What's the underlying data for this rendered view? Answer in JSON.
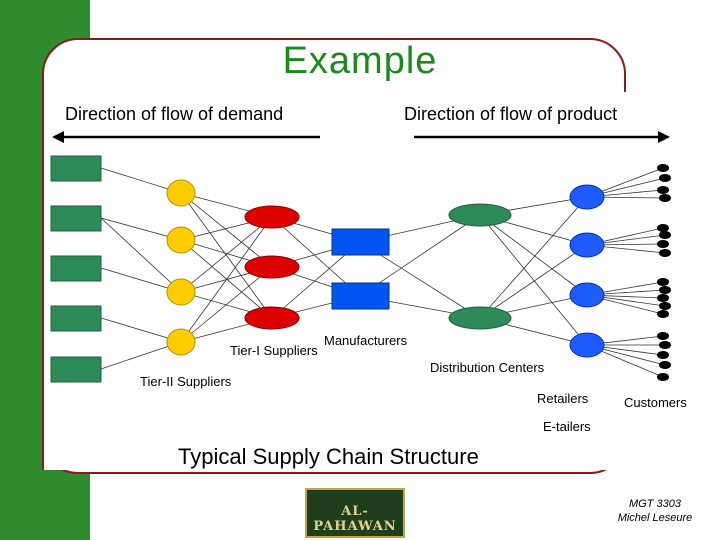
{
  "slide": {
    "title": "Example",
    "demand_label": "Direction of flow of demand",
    "product_label": "Direction of flow of product",
    "caption": "Typical Supply Chain Structure",
    "credit_course": "MGT 3303",
    "credit_author": "Michel Leseure"
  },
  "stages": {
    "tier2": "Tier-II Suppliers",
    "tier1": "Tier-I Suppliers",
    "manufacturers": "Manufacturers",
    "distribution": "Distribution Centers",
    "retailers": "Retailers",
    "etailers": "E-tailers",
    "customers": "Customers"
  },
  "colors": {
    "background_bar": "#2e8b2e",
    "frame": "#8b1a1a",
    "title": "#1a8a1a",
    "raw_material": "#2e8b57",
    "tier2": "#ffcc00",
    "tier1": "#dd0000",
    "manufacturer": "#0055ee",
    "distribution": "#2e8b57",
    "retailer": "#1e5cff",
    "customer": "#000000"
  },
  "logo": {
    "text": "AL-PAHAWAN"
  }
}
